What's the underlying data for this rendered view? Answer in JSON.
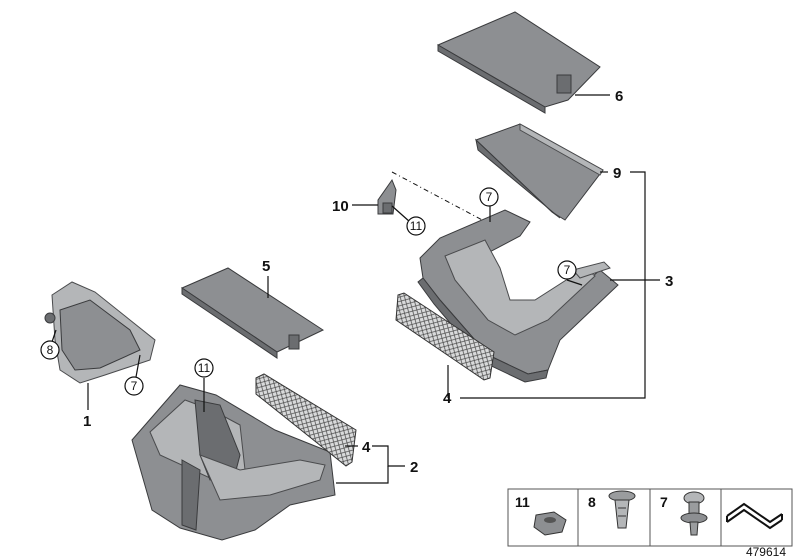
{
  "callouts": {
    "c1": "1",
    "c2": "2",
    "c3": "3",
    "c4a": "4",
    "c4b": "4",
    "c5": "5",
    "c6": "6",
    "c7a": "7",
    "c7b": "7",
    "c7c": "7",
    "c8": "8",
    "c9": "9",
    "c10": "10",
    "c11a": "11",
    "c11b": "11"
  },
  "legend": {
    "n11": "11",
    "n8": "8",
    "n7": "7"
  },
  "reference_number": "479614",
  "colors": {
    "part_dark": "#6b6d70",
    "part_mid": "#8d8f92",
    "part_light": "#b4b6b8",
    "line": "#111111"
  }
}
